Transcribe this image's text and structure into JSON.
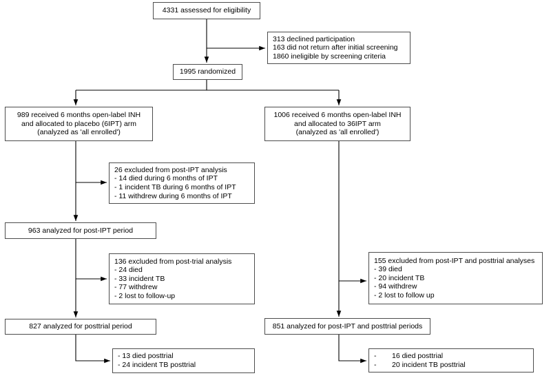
{
  "diagram": {
    "title": "CONSORT participant flow diagram",
    "type": "flowchart",
    "background_color": "#ffffff",
    "box_border_color": "#4c4c4c",
    "connector_color": "#000000"
  },
  "nodes": {
    "assessed": {
      "lines": [
        "4331 assessed for eligibility"
      ]
    },
    "excluded_screening": {
      "lines": [
        "313 declined participation",
        "163 did not return after initial screening",
        "1860 ineligible by screening criteria"
      ]
    },
    "randomized": {
      "lines": [
        "1995 randomized"
      ]
    },
    "arm_6ipt": {
      "lines": [
        "989 received 6 months open-label INH",
        "and allocated to placebo (6IPT) arm",
        "(analyzed as 'all enrolled')"
      ]
    },
    "arm_36ipt": {
      "lines": [
        "1006 received 6 months open-label INH",
        "and allocated to 36IPT arm",
        "(analyzed as 'all enrolled')"
      ]
    },
    "excluded_postipt_left": {
      "lines": [
        "26 excluded from post-IPT analysis",
        "- 14 died during 6 months of IPT",
        "- 1 incident TB during 6 months of IPT",
        "- 11 withdrew during 6 months of IPT"
      ]
    },
    "analyzed_postipt_left": {
      "lines": [
        "963 analyzed for post-IPT period"
      ]
    },
    "excluded_posttrial_left": {
      "lines": [
        "136 excluded from post-trial analysis",
        "- 24 died",
        "- 33 incident TB",
        "- 77 withdrew",
        "- 2 lost to follow-up"
      ]
    },
    "excluded_right": {
      "lines": [
        "155 excluded from post-IPT and posttrial analyses",
        "- 39 died",
        "- 20 incident TB",
        "- 94 withdrew",
        "- 2 lost to follow up"
      ]
    },
    "analyzed_posttrial_left": {
      "lines": [
        "827 analyzed for posttrial period"
      ]
    },
    "analyzed_right": {
      "lines": [
        "851 analyzed for post-IPT and posttrial periods"
      ]
    },
    "outcomes_left": {
      "items": [
        {
          "dash": "-",
          "text": "13 died posttrial"
        },
        {
          "dash": "-",
          "text": "24 incident TB posttrial"
        }
      ]
    },
    "outcomes_right": {
      "items": [
        {
          "dash": "-",
          "text": "16 died posttrial"
        },
        {
          "dash": "-",
          "text": "20 incident TB posttrial"
        }
      ]
    }
  }
}
